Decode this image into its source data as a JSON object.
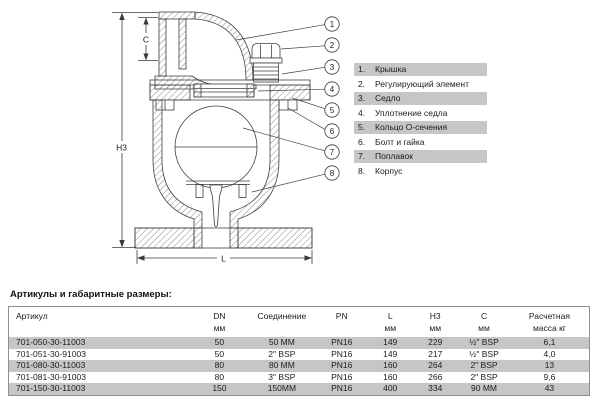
{
  "diagram": {
    "dimension_labels": {
      "c": "C",
      "h3": "H3",
      "l": "L"
    },
    "callouts": [
      "1",
      "2",
      "3",
      "4",
      "5",
      "6",
      "7",
      "8"
    ]
  },
  "parts_list": {
    "highlight_color": "#c6c6c6",
    "items": [
      {
        "num": "1.",
        "label": "Крышка"
      },
      {
        "num": "2.",
        "label": "Регулирующий элемент"
      },
      {
        "num": "3.",
        "label": "Седло"
      },
      {
        "num": "4.",
        "label": "Уплотнение седла"
      },
      {
        "num": "5.",
        "label": "Кольцо О-сечения"
      },
      {
        "num": "6.",
        "label": "Болт и гайка"
      },
      {
        "num": "7.",
        "label": "Поплавок"
      },
      {
        "num": "8.",
        "label": "Корпус"
      }
    ]
  },
  "table": {
    "title": "Артикулы и габаритные размеры:",
    "stripe_color": "#c6c6c6",
    "columns": [
      {
        "label": "Артикул",
        "unit": ""
      },
      {
        "label": "DN",
        "unit": "мм"
      },
      {
        "label": "Соединение",
        "unit": ""
      },
      {
        "label": "PN",
        "unit": ""
      },
      {
        "label": "L",
        "unit": "мм"
      },
      {
        "label": "H3",
        "unit": "мм"
      },
      {
        "label": "C",
        "unit": "мм"
      },
      {
        "label": "Расчетная",
        "unit": "масса кг"
      }
    ],
    "rows": [
      [
        "701-050-30-11003",
        "50",
        "50 MM",
        "PN16",
        "149",
        "229",
        "½\" BSP",
        "6,1"
      ],
      [
        "701-051-30-91003",
        "50",
        "2\" BSP",
        "PN16",
        "149",
        "217",
        "½\" BSP",
        "4,0"
      ],
      [
        "701-080-30-11003",
        "80",
        "80 MM",
        "PN16",
        "160",
        "264",
        "2\" BSP",
        "13"
      ],
      [
        "701-081-30-91003",
        "80",
        "3\" BSP",
        "PN16",
        "160",
        "266",
        "2\" BSP",
        "9,6"
      ],
      [
        "701-150-30-11003",
        "150",
        "150MM",
        "PN16",
        "400",
        "334",
        "90 MM",
        "43"
      ]
    ]
  }
}
